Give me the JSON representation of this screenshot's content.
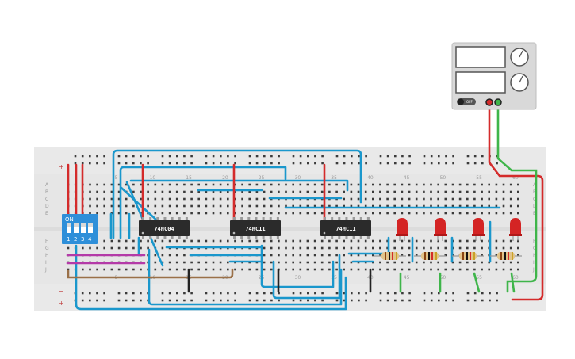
{
  "chips": [
    {
      "label": "74HC04"
    },
    {
      "label": "74HC11"
    },
    {
      "label": "74HC11"
    }
  ],
  "dip_switch": {
    "on_label": "ON",
    "numbers": [
      "1",
      "2",
      "3",
      "4"
    ]
  },
  "breadboard": {
    "column_numbers": [
      "5",
      "10",
      "15",
      "20",
      "25",
      "30",
      "35",
      "40",
      "45",
      "50",
      "55",
      "60"
    ],
    "row_letters_top": [
      "A",
      "B",
      "C",
      "D",
      "E"
    ],
    "row_letters_bottom": [
      "F",
      "G",
      "H",
      "I",
      "J"
    ],
    "rail_minus": "−",
    "rail_plus": "+"
  },
  "power_supply": {
    "switch_label": "OFF"
  },
  "led_count": 4,
  "resistor_count": 4,
  "colors": {
    "wire_blue": "#1a97cc",
    "wire_red": "#d42b2b",
    "wire_green": "#3fb54a",
    "wire_black": "#222222",
    "wire_purple": "#b43aa8",
    "wire_brown": "#9a7048",
    "chip_body": "#2b2b2b",
    "dip_body": "#2e8fd9",
    "led_red": "#d42424",
    "breadboard": "#e6e6e6"
  }
}
